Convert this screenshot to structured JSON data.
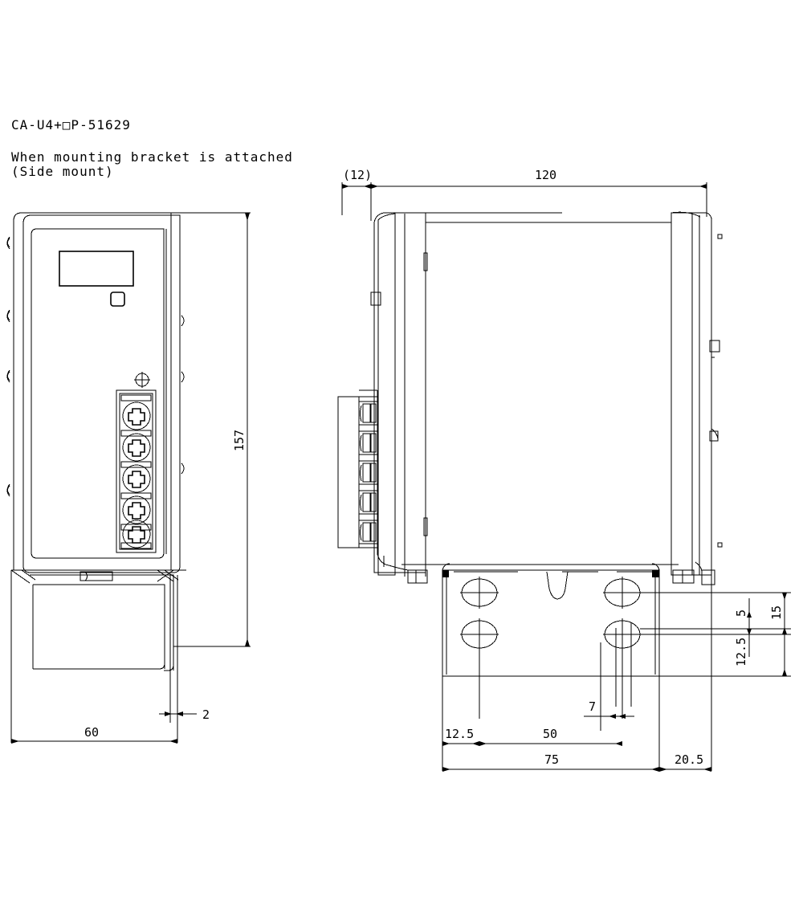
{
  "drawing": {
    "title_code": "CA-U4+□P-51629",
    "note_line1": "When mounting bracket is attached",
    "note_line2": "(Side mount)",
    "units": "mm",
    "views": [
      {
        "name": "front-view",
        "position": "left"
      },
      {
        "name": "side-view",
        "position": "right"
      }
    ],
    "dimensions": {
      "front_height": "157",
      "front_width": "60",
      "front_bracket_thickness": "2",
      "side_depth": "120",
      "side_front_overhang": "(12)",
      "bracket_hole_left_offset": "12.5",
      "bracket_hole_pitch": "50",
      "bracket_total_width": "75",
      "bracket_right_offset": "20.5",
      "slot_width": "7",
      "slot_top_offset": "5",
      "hole_row_spacing": "15",
      "hole_lower_offset": "12.5"
    },
    "components": {
      "display_window": "display-window",
      "indicator_lamp": "indicator-lamp",
      "panel_screw": "panel-screw",
      "terminal_screws_count": 5,
      "bracket_holes_count": 4
    },
    "colors": {
      "line": "#000000",
      "background": "#ffffff"
    }
  }
}
